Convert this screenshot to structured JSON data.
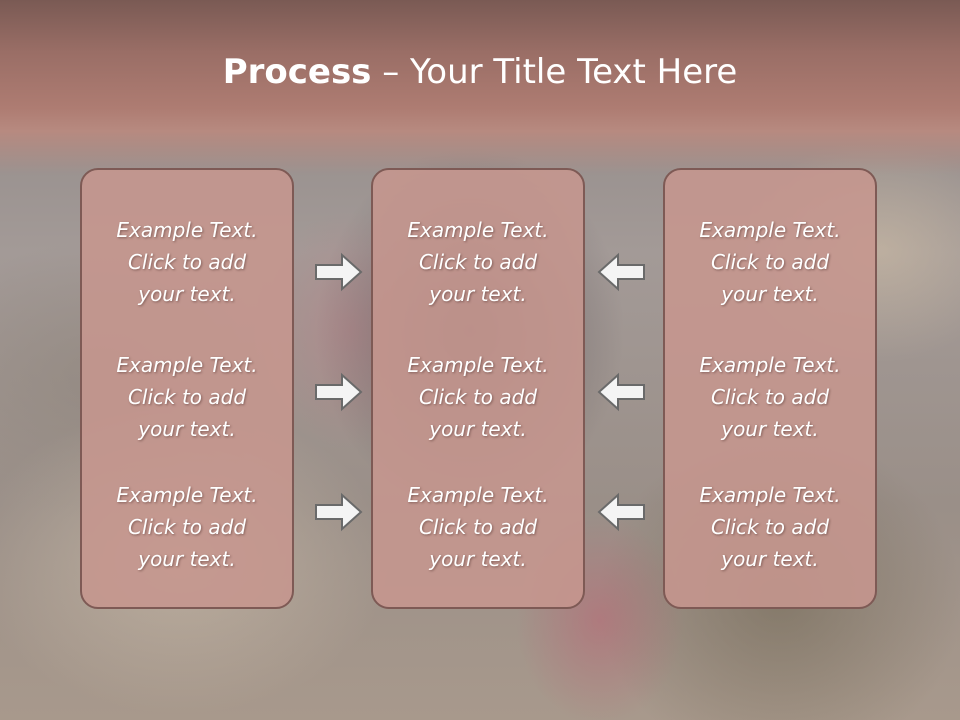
{
  "slide": {
    "title_bold": "Process",
    "title_rest": " – Your Title Text Here"
  },
  "panels": [
    {
      "blocks": [
        "Example Text.\nClick  to add\nyour text.",
        "Example Text.\nClick  to add\nyour text.",
        "Example Text.\nClick  to add\nyour text."
      ]
    },
    {
      "blocks": [
        "Example Text.\nClick  to add\nyour text.",
        "Example Text.\nClick  to add\nyour text.",
        "Example Text.\nClick  to add\nyour text."
      ]
    },
    {
      "blocks": [
        "Example Text.\nClick  to add\nyour text.",
        "Example Text.\nClick  to add\nyour text.",
        "Example Text.\nClick  to add\nyour text."
      ]
    }
  ],
  "arrows": {
    "left_to_mid": [
      "arrow-right-icon",
      "arrow-right-icon",
      "arrow-right-icon"
    ],
    "right_to_mid": [
      "arrow-left-icon",
      "arrow-left-icon",
      "arrow-left-icon"
    ]
  },
  "colors": {
    "header": "#ae7c72",
    "panel_fill": "#c6968e",
    "panel_border": "#7e5a55",
    "text": "#ffffff",
    "arrow_fill": "#f4f4f4",
    "arrow_stroke": "#6a6a6a"
  }
}
